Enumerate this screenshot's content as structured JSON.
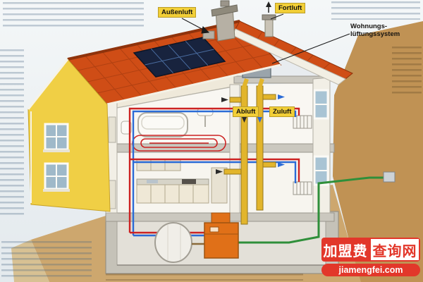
{
  "diagram": {
    "labels": {
      "aussenluft": "Außenluft",
      "fortluft": "Fortluft",
      "wohnungs_line1": "Wohnungs-",
      "wohnungs_line2": "lüftungssystem",
      "abluft": "Abluft",
      "zuluft": "Zuluft"
    },
    "colors": {
      "label_bg": "#f2cf37",
      "roof": "#cf4d16",
      "facade": "#f0cf45",
      "duct": "#e2b52c",
      "pipe_hot": "#cc2222",
      "pipe_cold": "#2b6bd6",
      "ground_loop": "#2f8f3a",
      "boiler": "#e07018",
      "ground": "#cda76e"
    }
  },
  "watermark": {
    "box_red_text": "加盟费",
    "box_white_text": "查询网",
    "url": "jiamengfei.com",
    "accent": "#e2372a"
  }
}
